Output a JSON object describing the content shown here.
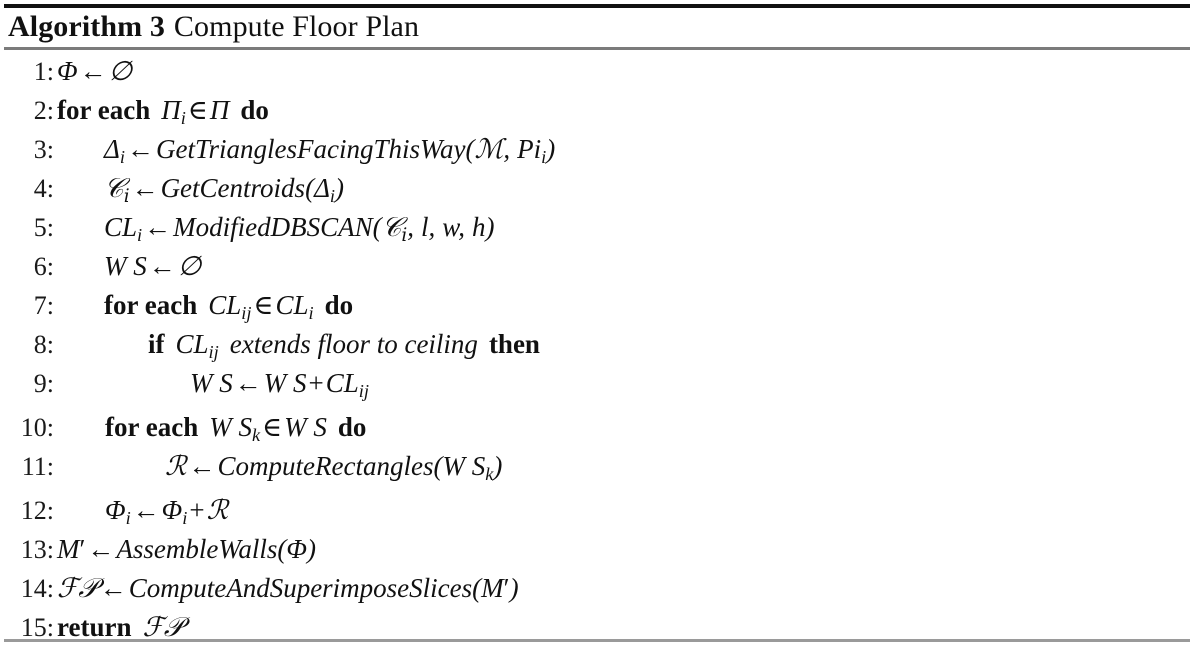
{
  "document": {
    "type": "algorithm-pseudocode",
    "colors": {
      "background": "#ffffff",
      "text": "#111111",
      "rule_top": "#111111",
      "rule_mid": "#7b7b7b",
      "rule_bottom": "#9a9a9a"
    }
  },
  "title": {
    "keyword": "Algorithm 3",
    "caption": "Compute Floor Plan"
  },
  "lines": [
    {
      "number": "1",
      "indent": 0,
      "text": "Φ ← ∅",
      "parts": [
        {
          "t": "var",
          "v": "Φ"
        },
        {
          "t": "op",
          "v": "←"
        },
        {
          "t": "var",
          "v": "∅"
        }
      ]
    },
    {
      "number": "2",
      "indent": 0,
      "text": "for each Πi ∈ Π do",
      "parts": [
        {
          "t": "kw",
          "v": "for each"
        },
        {
          "t": "var",
          "v": "Π",
          "sub": "i"
        },
        {
          "t": "op",
          "v": "∈"
        },
        {
          "t": "var",
          "v": "Π"
        },
        {
          "t": "kw",
          "v": "do"
        }
      ]
    },
    {
      "number": "3",
      "indent": 1,
      "text": "Δi ← GetTrianglesFacingThisWay(M, Pii)",
      "parts": [
        {
          "t": "var",
          "v": "Δ",
          "sub": "i"
        },
        {
          "t": "op",
          "v": "←"
        },
        {
          "t": "fn",
          "v": "GetTrianglesFacingThisWay"
        },
        {
          "t": "arg",
          "v": "(ℳ, Pi_i)"
        }
      ]
    },
    {
      "number": "4",
      "indent": 1,
      "text": "Ci ← GetCentroids(Δi)",
      "parts": [
        {
          "t": "cal",
          "v": "C",
          "sub": "i"
        },
        {
          "t": "op",
          "v": "←"
        },
        {
          "t": "fn",
          "v": "GetCentroids"
        },
        {
          "t": "arg",
          "v": "(Δ_i)"
        }
      ]
    },
    {
      "number": "5",
      "indent": 1,
      "text": "CLi ← ModifiedDBSCAN(Ci, l, w, h)",
      "parts": [
        {
          "t": "var",
          "v": "CL",
          "sub": "i"
        },
        {
          "t": "op",
          "v": "←"
        },
        {
          "t": "fn",
          "v": "ModifiedDBSCAN"
        },
        {
          "t": "arg",
          "v": "(C_i, l, w, h)"
        }
      ]
    },
    {
      "number": "6",
      "indent": 1,
      "text": "WS ← ∅",
      "parts": [
        {
          "t": "var",
          "v": "WS"
        },
        {
          "t": "op",
          "v": "←"
        },
        {
          "t": "var",
          "v": "∅"
        }
      ]
    },
    {
      "number": "7",
      "indent": 1,
      "text": "for each CLij ∈ CLi do",
      "parts": [
        {
          "t": "kw",
          "v": "for each"
        },
        {
          "t": "var",
          "v": "CL",
          "sub": "ij"
        },
        {
          "t": "op",
          "v": "∈"
        },
        {
          "t": "var",
          "v": "CL",
          "sub": "i"
        },
        {
          "t": "kw",
          "v": "do"
        }
      ]
    },
    {
      "number": "8",
      "indent": 2,
      "text": "if CLij extends floor to ceiling then",
      "parts": [
        {
          "t": "kw",
          "v": "if"
        },
        {
          "t": "var",
          "v": "CL",
          "sub": "ij"
        },
        {
          "t": "fn",
          "v": "extends floor to ceiling"
        },
        {
          "t": "kw",
          "v": "then"
        }
      ]
    },
    {
      "number": "9",
      "indent": 3,
      "text": "WS ← WS + CLij",
      "parts": [
        {
          "t": "var",
          "v": "WS"
        },
        {
          "t": "op",
          "v": "←"
        },
        {
          "t": "var",
          "v": "WS"
        },
        {
          "t": "op",
          "v": "+"
        },
        {
          "t": "var",
          "v": "CL",
          "sub": "ij"
        }
      ]
    },
    {
      "number": "10",
      "indent": 1,
      "text": "for each WSk ∈ WS do",
      "parts": [
        {
          "t": "kw",
          "v": "for each"
        },
        {
          "t": "var",
          "v": "WS",
          "sub": "k"
        },
        {
          "t": "op",
          "v": "∈"
        },
        {
          "t": "var",
          "v": "WS"
        },
        {
          "t": "kw",
          "v": "do"
        }
      ]
    },
    {
      "number": "11",
      "indent": 2,
      "text": "R ← ComputeRectangles(WSk)",
      "parts": [
        {
          "t": "cal",
          "v": "R"
        },
        {
          "t": "op",
          "v": "←"
        },
        {
          "t": "fn",
          "v": "ComputeRectangles"
        },
        {
          "t": "arg",
          "v": "(WS_k)"
        }
      ]
    },
    {
      "number": "12",
      "indent": 1,
      "text": "Φi ← Φi + R",
      "parts": [
        {
          "t": "var",
          "v": "Φ",
          "sub": "i"
        },
        {
          "t": "op",
          "v": "←"
        },
        {
          "t": "var",
          "v": "Φ",
          "sub": "i"
        },
        {
          "t": "op",
          "v": "+"
        },
        {
          "t": "cal",
          "v": "R"
        }
      ]
    },
    {
      "number": "13",
      "indent": 0,
      "text": "M′ ← AssembleWalls(Φ)",
      "parts": [
        {
          "t": "var",
          "v": "M′"
        },
        {
          "t": "op",
          "v": "←"
        },
        {
          "t": "fn",
          "v": "AssembleWalls"
        },
        {
          "t": "arg",
          "v": "(Φ)"
        }
      ]
    },
    {
      "number": "14",
      "indent": 0,
      "text": "FP ←ComputeAndSuperimposeSlices(M′)",
      "parts": [
        {
          "t": "cal",
          "v": "FP"
        },
        {
          "t": "op",
          "v": "←"
        },
        {
          "t": "fn",
          "v": "ComputeAndSuperimposeSlices"
        },
        {
          "t": "arg",
          "v": "(M′)"
        }
      ]
    },
    {
      "number": "15",
      "indent": 0,
      "text": "return FP",
      "parts": [
        {
          "t": "kw",
          "v": "return"
        },
        {
          "t": "cal",
          "v": "FP"
        }
      ]
    }
  ]
}
